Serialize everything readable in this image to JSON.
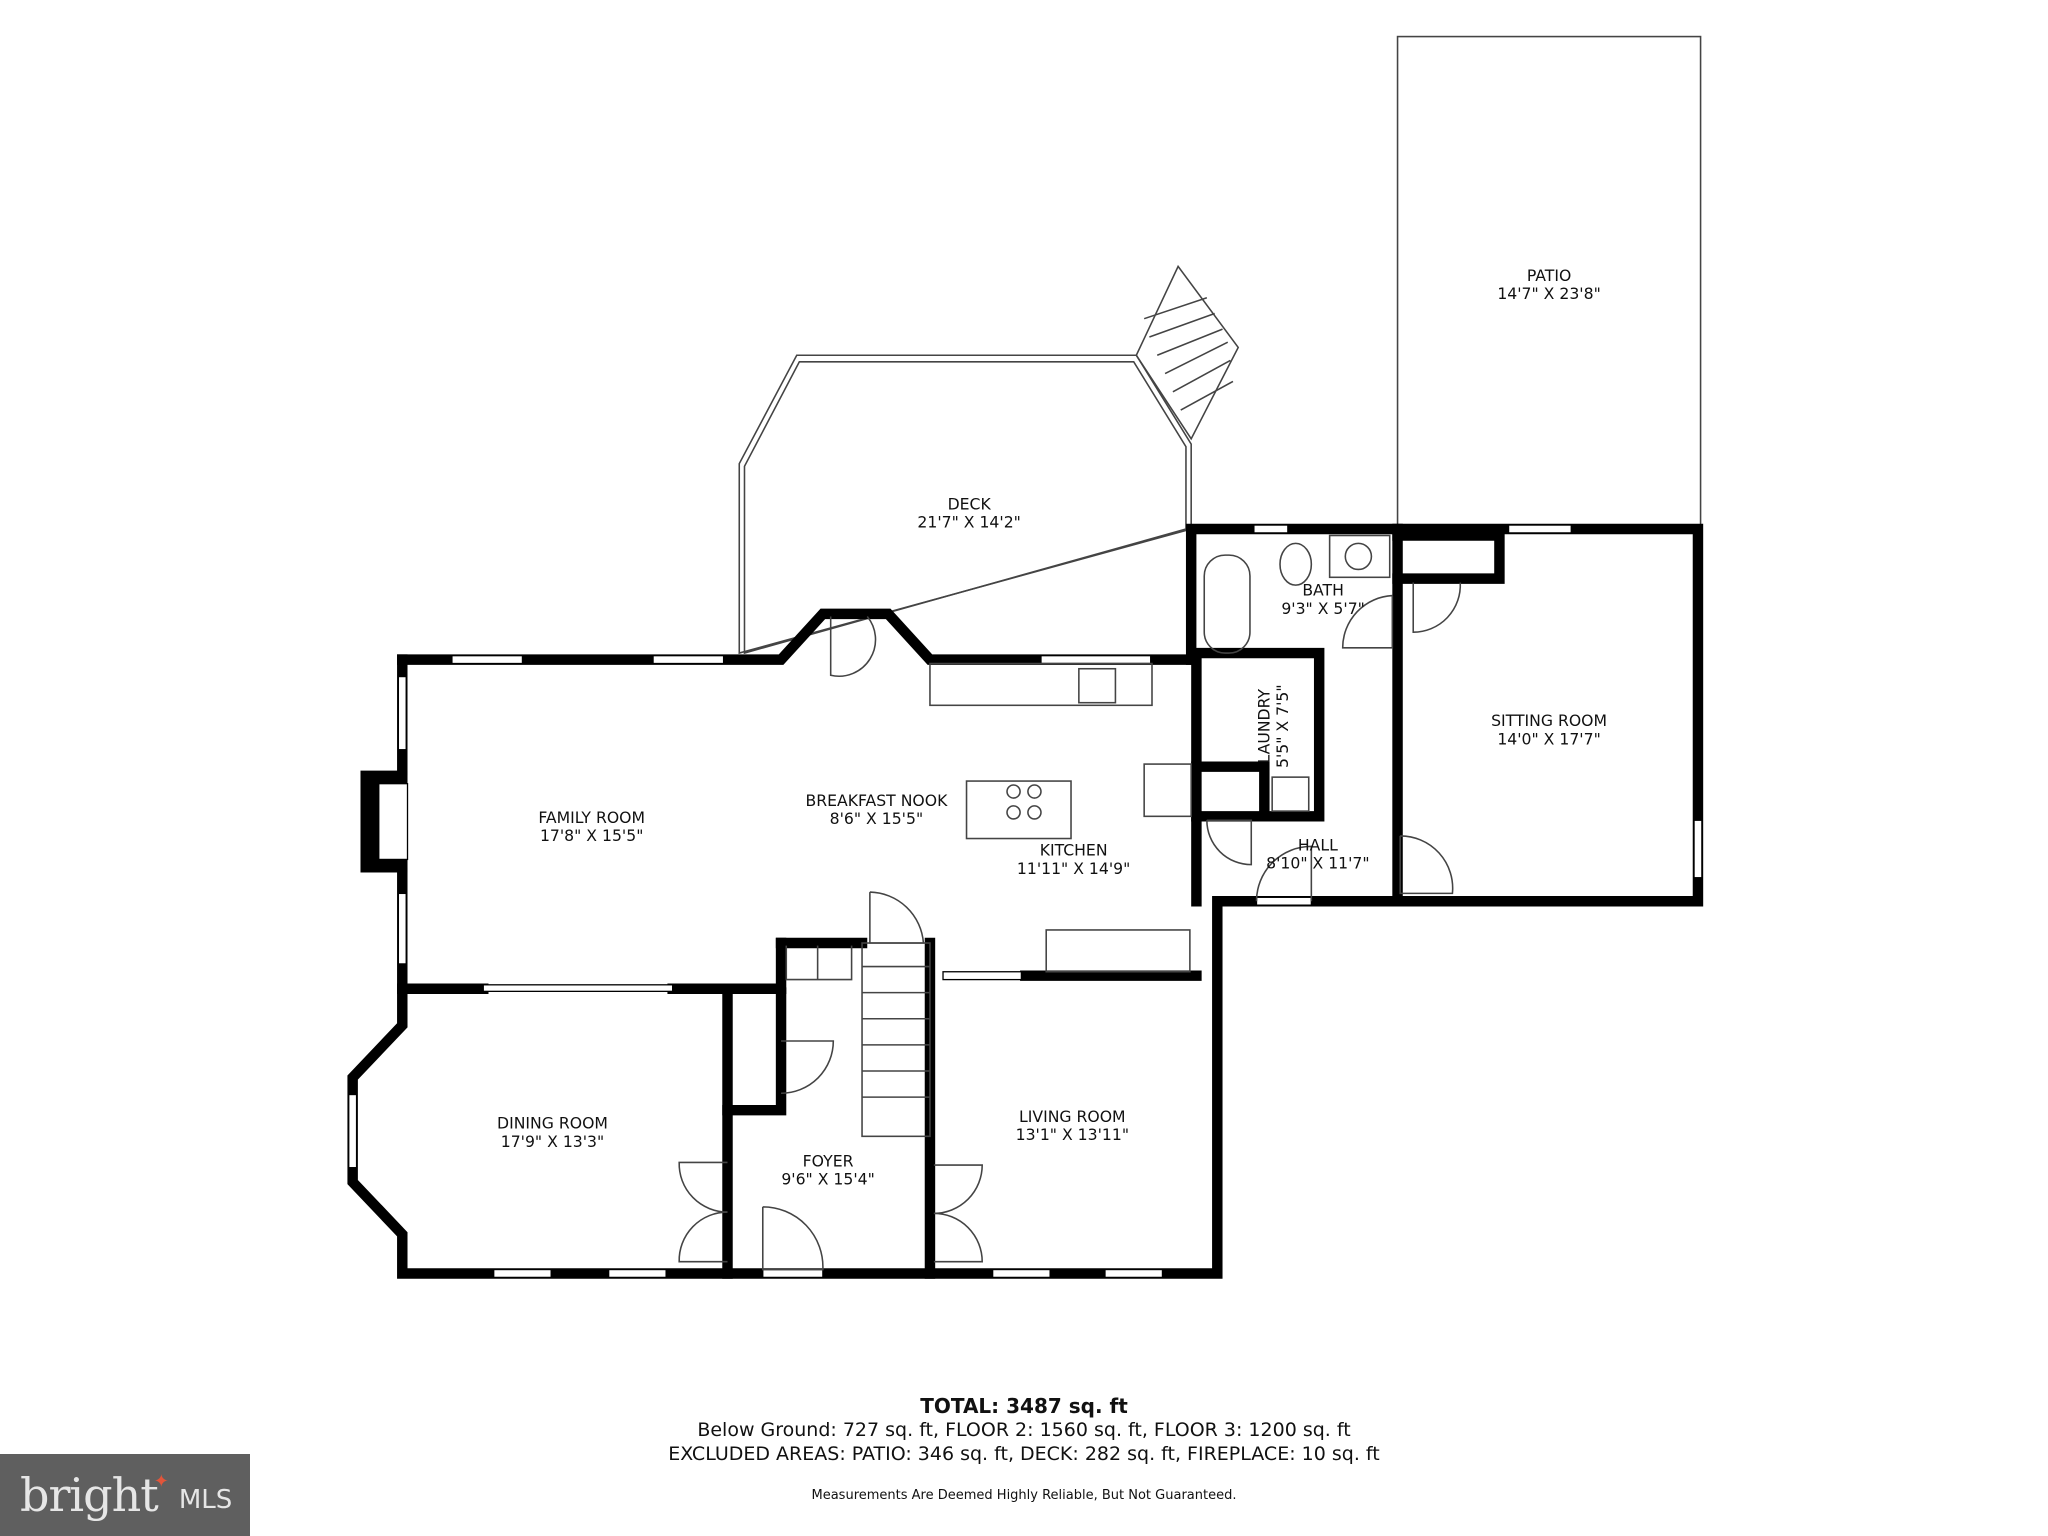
{
  "rooms": {
    "patio": {
      "name": "PATIO",
      "size": "14'7\" X 23'8\""
    },
    "deck": {
      "name": "DECK",
      "size": "21'7\" X 14'2\""
    },
    "bath": {
      "name": "BATH",
      "size": "9'3\" X 5'7\""
    },
    "laundry": {
      "name": "LAUNDRY",
      "size": "5'5\" X 7'5\""
    },
    "sitting_room": {
      "name": "SITTING ROOM",
      "size": "14'0\" X 17'7\""
    },
    "family_room": {
      "name": "FAMILY ROOM",
      "size": "17'8\" X 15'5\""
    },
    "breakfast_nook": {
      "name": "BREAKFAST NOOK",
      "size": "8'6\" X 15'5\""
    },
    "kitchen": {
      "name": "KITCHEN",
      "size": "11'11\" X 14'9\""
    },
    "hall": {
      "name": "HALL",
      "size": "8'10\" X 11'7\""
    },
    "dining_room": {
      "name": "DINING ROOM",
      "size": "17'9\" X 13'3\""
    },
    "foyer": {
      "name": "FOYER",
      "size": "9'6\" X 15'4\""
    },
    "living_room": {
      "name": "LIVING ROOM",
      "size": "13'1\" X 13'11\""
    }
  },
  "summary": {
    "total": "TOTAL: 3487 sq. ft",
    "floors": "Below Ground: 727 sq. ft, FLOOR 2: 1560 sq. ft, FLOOR 3: 1200 sq. ft",
    "excluded": "EXCLUDED AREAS: PATIO: 346 sq. ft, DECK: 282 sq. ft, FIREPLACE: 10 sq. ft",
    "disclaimer": "Measurements Are Deemed Highly Reliable, But Not Guaranteed."
  },
  "logo": {
    "brand": "bright",
    "suffix": "MLS",
    "accent_color": "#e2553a"
  }
}
